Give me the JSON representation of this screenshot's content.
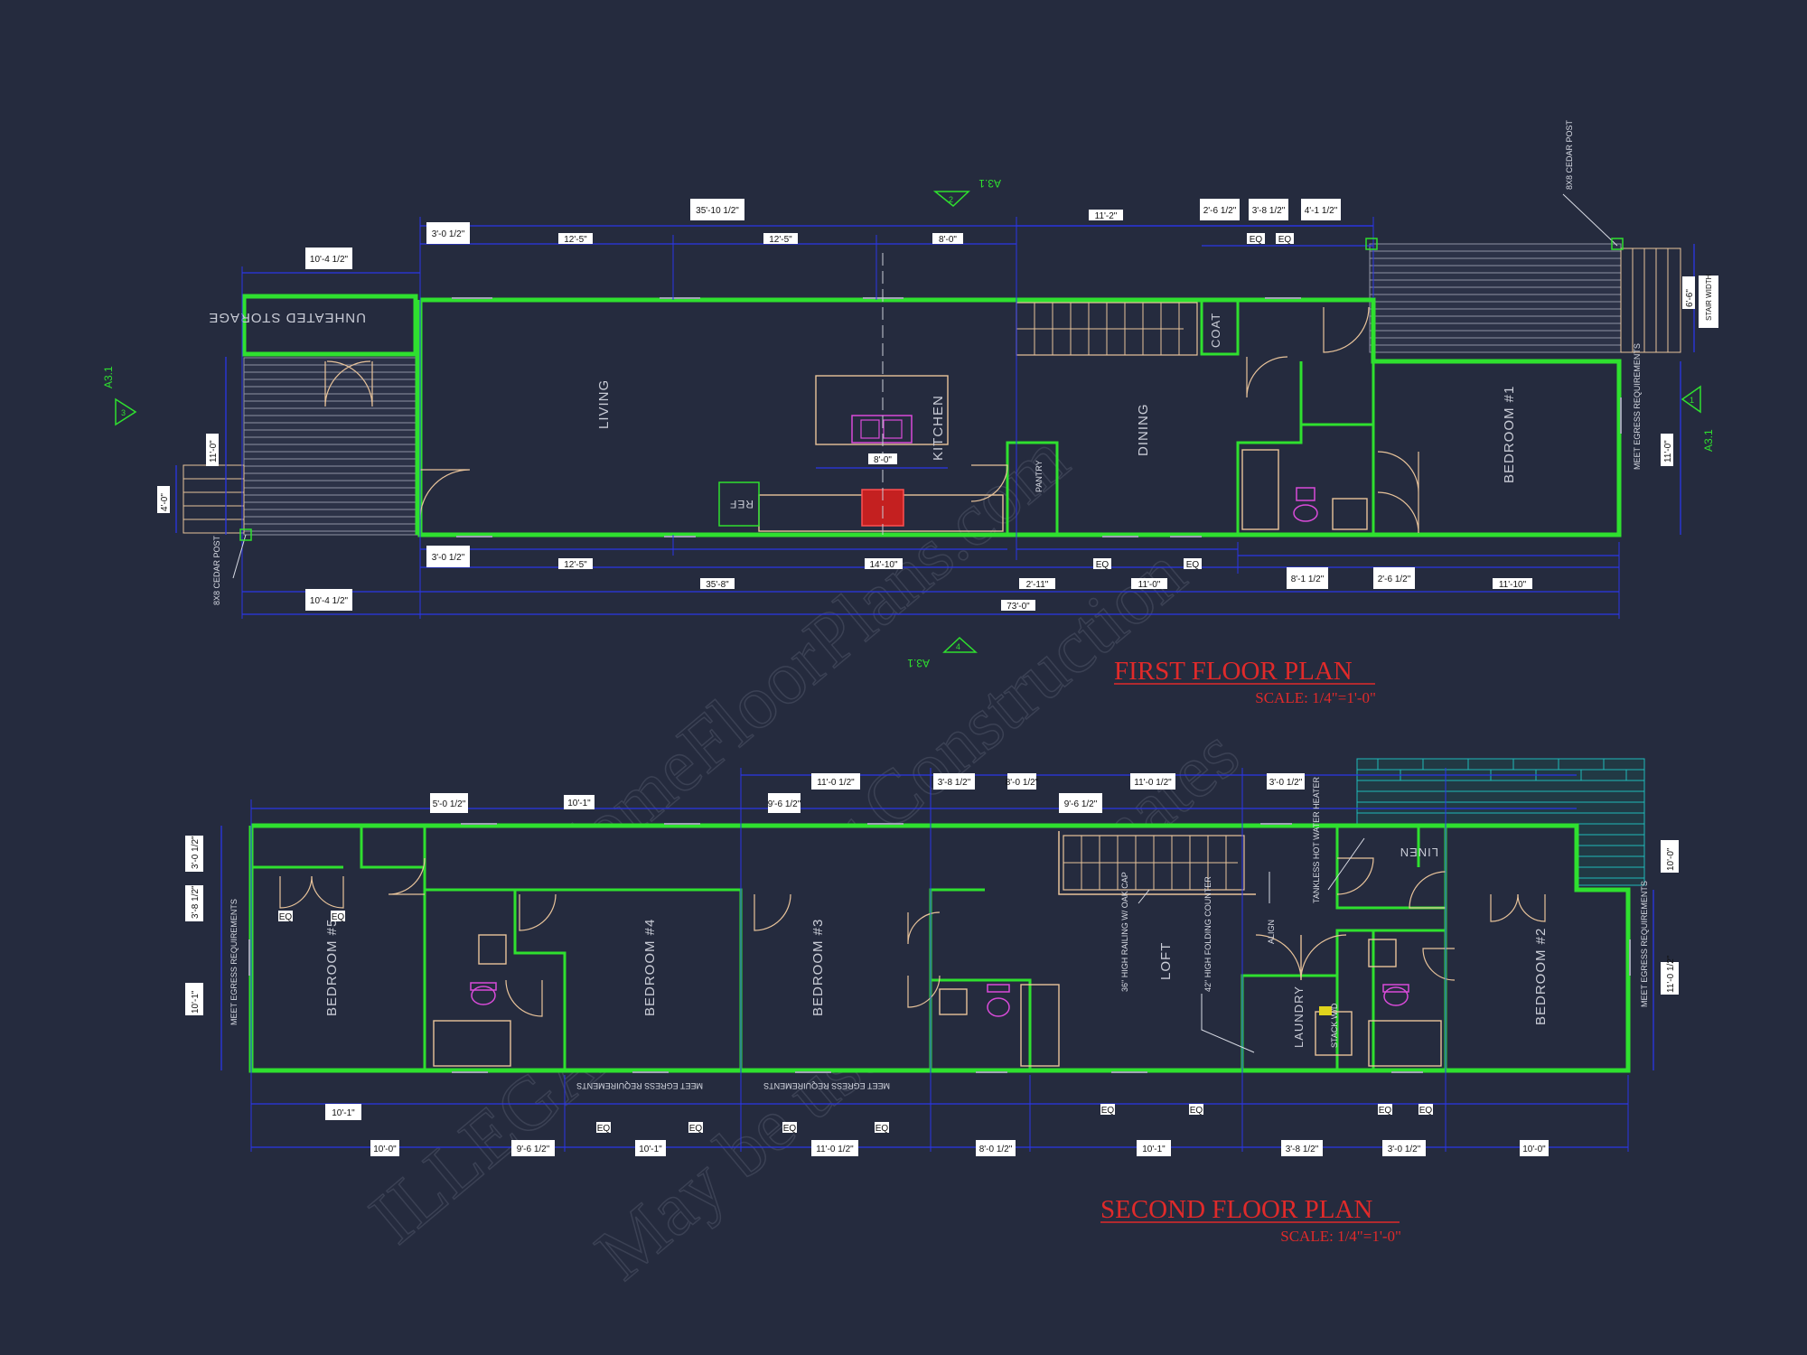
{
  "plan1": {
    "title": "FIRST FLOOR PLAN",
    "scale": "SCALE: 1/4\"=1'-0\"",
    "rooms": {
      "storage": "UNHEATED STORAGE",
      "living": "LIVING",
      "kitchen": "KITCHEN",
      "dining": "DINING",
      "bedroom1": "BEDROOM #1",
      "pantry": "PANTRY",
      "coat": "COAT",
      "ref": "REF"
    },
    "notes": {
      "cedar_post_left": "8X8 CEDAR POST",
      "cedar_post_right": "8X8 CEDAR POST",
      "egress": "MEET EGRESS REQUIREMENTS",
      "stair_width": "STAIR WIDTH"
    },
    "dims": {
      "top_10_4": "10'-4 1/2\"",
      "top_3_0": "3'-0 1/2\"",
      "top_35_10": "35'-10 1/2\"",
      "top_12_5a": "12'-5\"",
      "top_12_5b": "12'-5\"",
      "top_8_0": "8'-0\"",
      "top_11_2": "11'-2\"",
      "top_2_6": "2'-6 1/2\"",
      "top_3_8": "3'-8 1/2\"",
      "top_4_1": "4'-1 1/2\"",
      "eq": "EQ",
      "bot_3_0": "3'-0 1/2\"",
      "bot_12_5": "12'-5\"",
      "bot_14_10": "14'-10\"",
      "bot_35_8": "35'-8\"",
      "bot_2_11": "2'-11\"",
      "bot_11_0": "11'-0\"",
      "bot_8_1": "8'-1 1/2\"",
      "bot_2_6": "2'-6 1/2\"",
      "bot_11_10": "11'-10\"",
      "bot_73_0": "73'-0\"",
      "bot_10_4": "10'-4 1/2\"",
      "left_11_0": "11'-0\"",
      "left_4_0": "4'-0\"",
      "right_11_0": "11'-0\"",
      "right_6_6": "6'-6\"",
      "island_8_0": "8'-0\""
    },
    "tags": {
      "sec_top": "A3.1",
      "sec_left": "A3.1",
      "sec_right": "A3.1",
      "sec_bottom": "A3.1",
      "n1": "1",
      "n2": "2",
      "n3": "3",
      "n4": "4"
    }
  },
  "plan2": {
    "title": "SECOND FLOOR PLAN",
    "scale": "SCALE: 1/4\"=1'-0\"",
    "rooms": {
      "bedroom5": "BEDROOM #5",
      "bedroom4": "BEDROOM #4",
      "bedroom3": "BEDROOM #3",
      "bedroom2": "BEDROOM #2",
      "loft": "LOFT",
      "laundry": "LAUNDRY",
      "linen": "LINEN"
    },
    "notes": {
      "egress_left": "MEET EGRESS REQUIREMENTS",
      "egress_right": "MEET EGRESS REQUIREMENTS",
      "egress_b4": "MEET EGRESS REQUIREMENTS",
      "egress_b3": "MEET EGRESS REQUIREMENTS",
      "railing": "36\" HIGH RAILING W/ OAK CAP",
      "folding": "42\" HIGH FOLDING COUNTER",
      "heater": "TANKLESS HOT WATER HEATER",
      "stack": "STACK W/D",
      "align": "ALIGN"
    },
    "dims": {
      "d1": "5'-0 1/2\"",
      "d2": "10'-1\"",
      "d3": "9'-6 1/2\"",
      "d4": "11'-0 1/2\"",
      "d5": "3'-8 1/2\"",
      "d6": "8'-0 1/2\"",
      "d7": "3'-0 1/2\"",
      "d8": "10'-0\"",
      "eq": "EQ"
    }
  },
  "watermark": {
    "line1": "© MyHomeFloorPlans.com",
    "line2": "ILLEGAL to use for Construction",
    "line3": "May be used for Estimates"
  },
  "colors": {
    "background": "#252b3e",
    "walls": "#2fe02f",
    "dimensions": "#2b36e6",
    "fixtures": "#e8c39a",
    "titles": "#e02a2a",
    "plumbing": "#d94bd9"
  }
}
